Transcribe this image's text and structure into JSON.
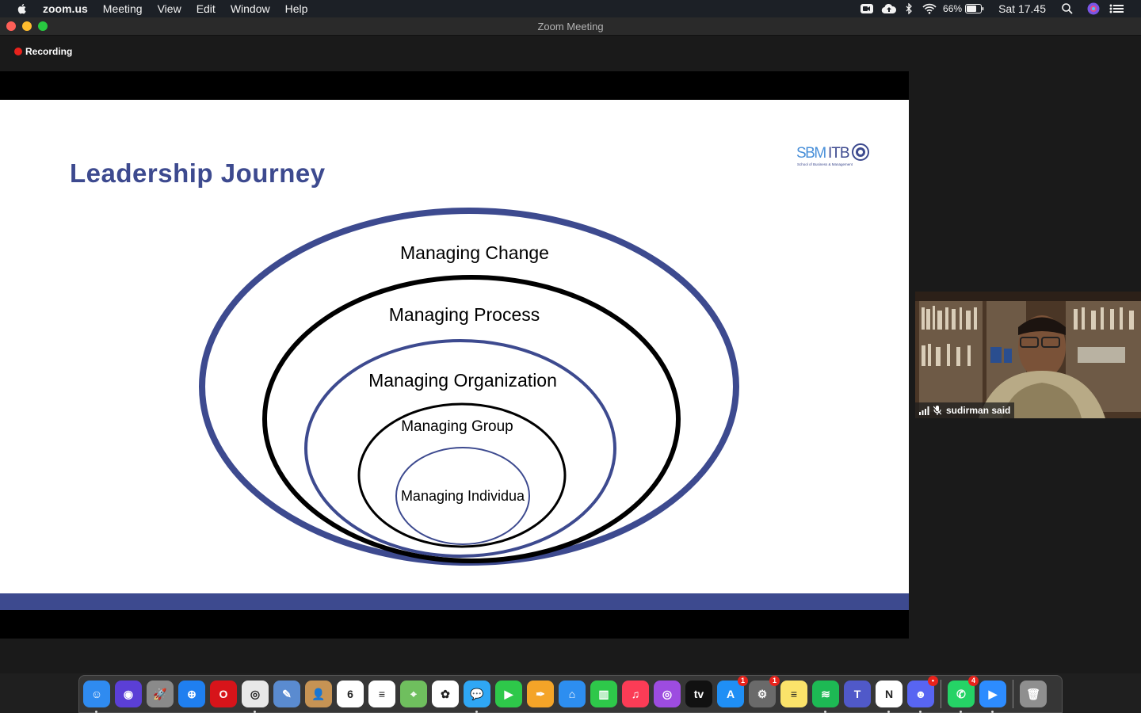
{
  "menubar": {
    "app_name": "zoom.us",
    "menus": [
      "Meeting",
      "View",
      "Edit",
      "Window",
      "Help"
    ],
    "battery": "66%",
    "clock": "Sat 17.45"
  },
  "window": {
    "title": "Zoom Meeting",
    "recording_label": "Recording"
  },
  "slide": {
    "title": "Leadership Journey",
    "logo_text": "SBMITB",
    "logo_subtext": "School of Business & Management",
    "levels": [
      "Managing Change",
      "Managing Process",
      "Managing Organization",
      "Managing Group",
      "Managing Individua"
    ],
    "colors": {
      "title": "#3d4a8f",
      "band": "#3d4a8f",
      "ring_blue": "#3d4a8f",
      "ring_black": "#000000"
    }
  },
  "participant": {
    "name": "sudirman said"
  },
  "dock": {
    "items": [
      {
        "name": "finder",
        "color": "#2f8bf0",
        "glyph": "☺",
        "running": true
      },
      {
        "name": "siri",
        "color": "#5b3fd6",
        "glyph": "◉",
        "running": false
      },
      {
        "name": "launchpad",
        "color": "#8a8a8a",
        "glyph": "🚀",
        "running": false
      },
      {
        "name": "safari",
        "color": "#1f7ff0",
        "glyph": "⊕",
        "running": false
      },
      {
        "name": "opera",
        "color": "#d7141a",
        "glyph": "O",
        "running": false
      },
      {
        "name": "chrome",
        "color": "#e8e8e8",
        "glyph": "◎",
        "running": true
      },
      {
        "name": "preview",
        "color": "#5a8bd0",
        "glyph": "✎",
        "running": false
      },
      {
        "name": "contacts",
        "color": "#c69354",
        "glyph": "👤",
        "running": false
      },
      {
        "name": "calendar",
        "color": "#ffffff",
        "glyph": "6",
        "running": false
      },
      {
        "name": "reminders",
        "color": "#ffffff",
        "glyph": "≡",
        "running": false
      },
      {
        "name": "maps",
        "color": "#6fbf5e",
        "glyph": "⌖",
        "running": false
      },
      {
        "name": "photos",
        "color": "#ffffff",
        "glyph": "✿",
        "running": false
      },
      {
        "name": "messages",
        "color": "#2fa7f5",
        "glyph": "💬",
        "running": true
      },
      {
        "name": "facetime",
        "color": "#2ec84a",
        "glyph": "▶",
        "running": false
      },
      {
        "name": "pages",
        "color": "#f4a428",
        "glyph": "✒",
        "running": false
      },
      {
        "name": "keynote",
        "color": "#2d8ef0",
        "glyph": "⌂",
        "running": false
      },
      {
        "name": "numbers",
        "color": "#2ec84a",
        "glyph": "▥",
        "running": false
      },
      {
        "name": "music",
        "color": "#fb3c56",
        "glyph": "♫",
        "running": false
      },
      {
        "name": "podcasts",
        "color": "#9d4ce0",
        "glyph": "◎",
        "running": false
      },
      {
        "name": "appletv",
        "color": "#111111",
        "glyph": "tv",
        "running": false
      },
      {
        "name": "appstore",
        "color": "#1f8ff5",
        "glyph": "A",
        "running": false,
        "badge": "1"
      },
      {
        "name": "system-preferences",
        "color": "#6a6a6a",
        "glyph": "⚙",
        "running": false,
        "badge": "1"
      },
      {
        "name": "notes",
        "color": "#fbe36a",
        "glyph": "≡",
        "running": false
      },
      {
        "name": "spotify",
        "color": "#1db954",
        "glyph": "≋",
        "running": true
      },
      {
        "name": "teams",
        "color": "#5059c9",
        "glyph": "T",
        "running": false
      },
      {
        "name": "notion",
        "color": "#ffffff",
        "glyph": "N",
        "running": true
      },
      {
        "name": "discord",
        "color": "#5865f2",
        "glyph": "☻",
        "running": true,
        "badge": "•"
      },
      {
        "name": "whatsapp",
        "color": "#25d366",
        "glyph": "✆",
        "running": true,
        "badge": "4"
      },
      {
        "name": "zoom",
        "color": "#2d8cff",
        "glyph": "▶",
        "running": true
      }
    ],
    "trash": {
      "name": "trash",
      "color": "#8f8f8f",
      "glyph": "🗑"
    }
  }
}
